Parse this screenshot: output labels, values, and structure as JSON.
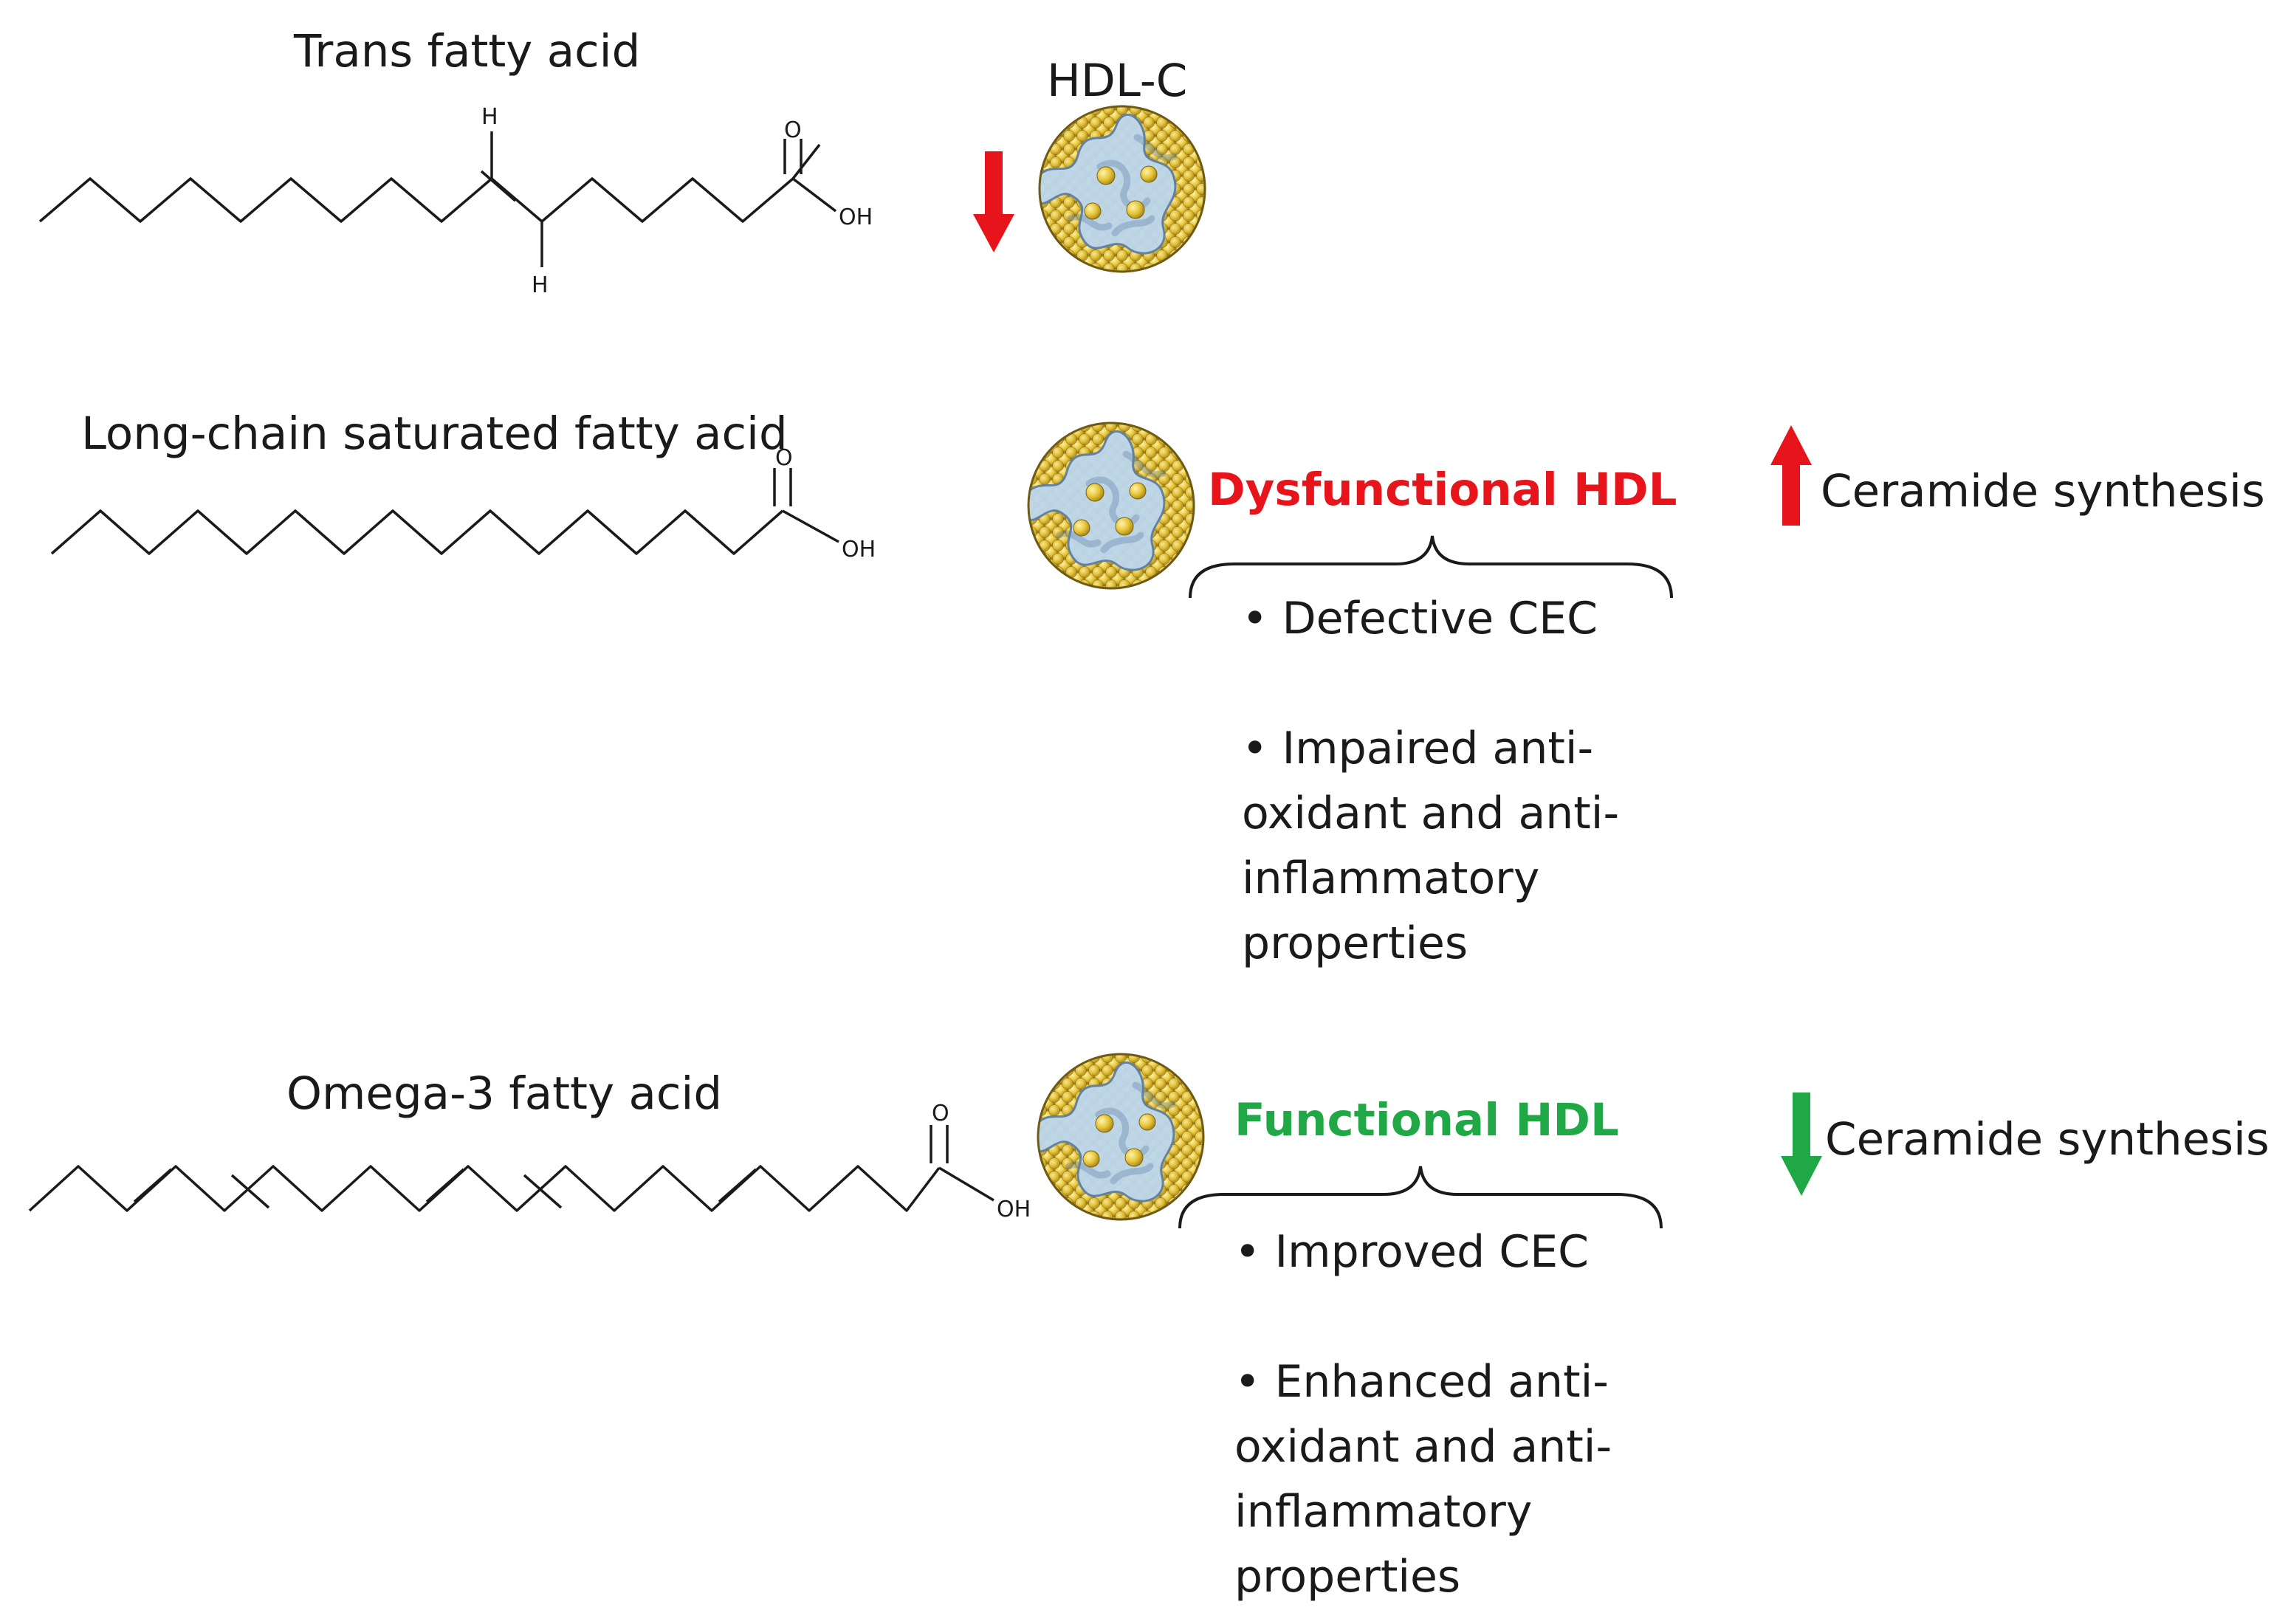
{
  "rows": [
    {
      "title": "Trans fatty acid",
      "hdl_label": "HDL-C",
      "hdl_arrow": "down",
      "arrow_color": "#e8141c"
    },
    {
      "title": "Long-chain saturated fatty acid",
      "status": "Dysfunctional HDL",
      "status_color": "#e8141c",
      "bullets": [
        "• Defective CEC",
        "• Impaired anti-oxidant and anti-inflammatory properties"
      ],
      "bullet_lines": [
        [
          "• Defective CEC"
        ],
        [
          "• Impaired anti-",
          "oxidant and anti-",
          "inflammatory",
          "properties"
        ]
      ],
      "ceramide_arrow": "up",
      "ceramide_arrow_color": "#e8141c",
      "ceramide_label": "Ceramide synthesis"
    },
    {
      "title": "Omega-3 fatty acid",
      "status": "Functional HDL",
      "status_color": "#1fa845",
      "bullets": [
        "• Improved CEC",
        "• Enhanced anti-oxidant and anti-inflammatory properties"
      ],
      "bullet_lines": [
        [
          "• Improved CEC"
        ],
        [
          "• Enhanced anti-",
          "oxidant and anti-",
          "inflammatory",
          "properties"
        ]
      ],
      "ceramide_arrow": "down",
      "ceramide_arrow_color": "#1fa845",
      "ceramide_label": "Ceramide synthesis"
    }
  ],
  "atoms": {
    "hydrogen": "H",
    "oxygen": "O",
    "hydroxyl": "OH"
  },
  "colors": {
    "hdl_core": "#e8c63a",
    "hdl_apoprotein": "#bcd6ee",
    "ink": "#1a1a1a"
  }
}
